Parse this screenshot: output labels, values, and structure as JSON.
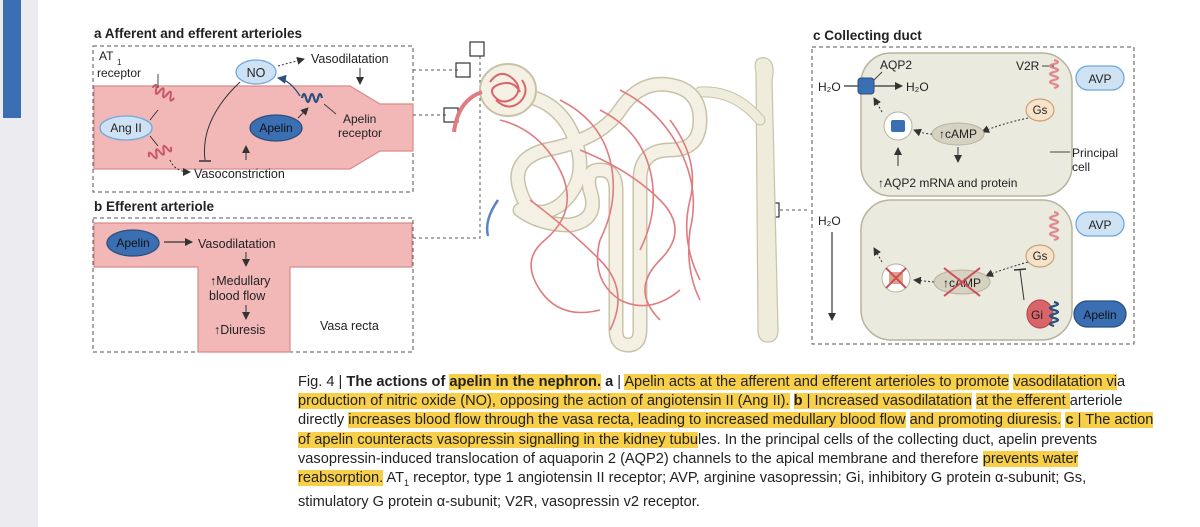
{
  "colors": {
    "highlight": "#f8cf48",
    "vessel": "#f2b8b8",
    "vessel_edge": "#d98a8a",
    "receptor_blue": "#6fa8dc",
    "ligand_fill": "#cfe2f3",
    "cell_fill": "#ebeadf",
    "left_accent": "#3b6fb3"
  },
  "panel_a": {
    "title": "a Afferent and efferent arterioles",
    "at1_label": "AT",
    "at1_sub": "1",
    "at1_receptor": "receptor",
    "no": "NO",
    "vasodilatation": "Vasodilatation",
    "ang2": "Ang II",
    "apelin": "Apelin",
    "apelin_receptor_1": "Apelin",
    "apelin_receptor_2": "receptor",
    "vasoconstriction": "Vasoconstriction"
  },
  "panel_b": {
    "title": "b Efferent arteriole",
    "apelin": "Apelin",
    "vasodilatation": "Vasodilatation",
    "medullary_1": "↑Medullary",
    "medullary_2": "blood flow",
    "diuresis": "↑Diuresis",
    "vasa_recta": "Vasa recta"
  },
  "panel_c": {
    "title": "c Collecting duct",
    "aqp2": "AQP2",
    "v2r": "V2R",
    "h2o_in": "H₂O",
    "h2o_out": "H₂O",
    "avp_top": "AVP",
    "gs_top": "Gs",
    "camp_top": "↑cAMP",
    "aqp2_mrna": "↑AQP2 mRNA and protein",
    "principal_1": "Principal",
    "principal_2": "cell",
    "h2o_lower": "H₂O",
    "avp_bottom": "AVP",
    "gs_bottom": "Gs",
    "camp_bottom": "↑cAMP",
    "gi": "Gi",
    "apelin": "Apelin"
  },
  "caption": {
    "fig_label": "Fig. 4 | ",
    "title_bold": "The actions of ",
    "title_hl": "apelin in the nephron.",
    "a_label": "a",
    "seg1": "Apelin acts at the afferent and efferent arterioles to promote",
    "seg2": "vasodilatation vi",
    "seg3": "a ",
    "seg4": "production of nitric oxide (NO), opposing the action of angiotensin II (Ang II).",
    "b_label": "b",
    "seg5": "Increased vasodilatation",
    "seg6": "at the efferent ",
    "seg7": "arteriole directly ",
    "seg8": "increases blood flow through the vasa recta, leading to increased medullary blood flow",
    "seg9": "and promoting diuresis.",
    "c_label": "c",
    "seg10": "The action of apelin counteracts vasopressin signalling in the kidney tubu",
    "seg11": "les. In the principal cells of the collecting duct, apelin prevents vasopressin-induced translocation of aquaporin 2 (AQP2) channels to the apical membrane and therefore ",
    "seg12": "prevents water reabsorption.",
    "seg13": " AT",
    "seg13_sub": "1",
    "seg14": " receptor, type 1 angiotensin II receptor; AVP, arginine vasopressin; Gi, inhibitory G protein α-subunit; Gs, stimulatory G protein α-subunit; V2R, vasopressin v2 receptor."
  }
}
